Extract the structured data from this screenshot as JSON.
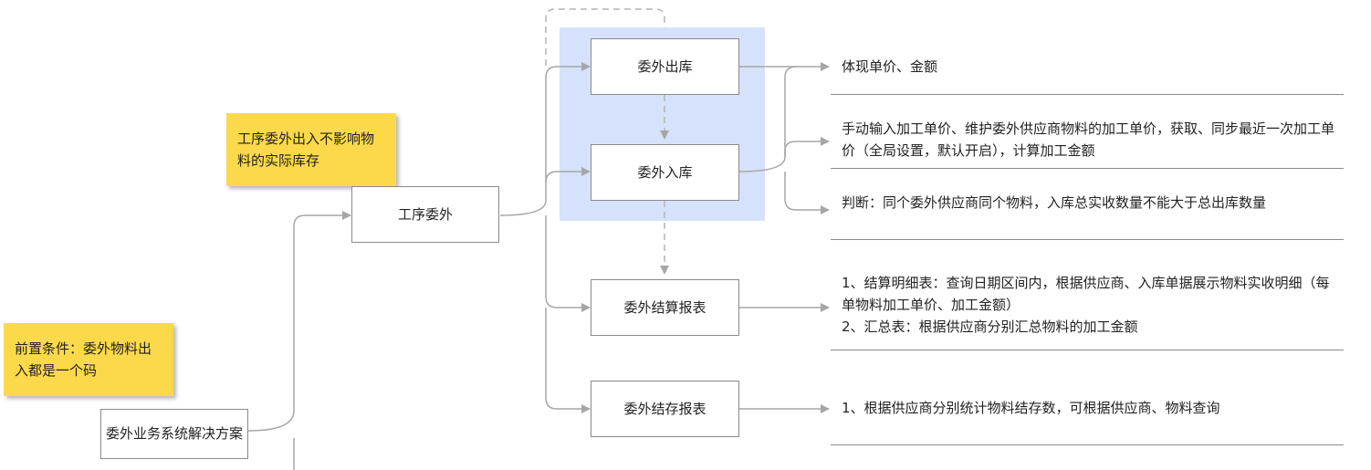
{
  "diagram": {
    "root": {
      "label": "委外业务系统解决方案"
    },
    "process": {
      "label": "工序委外"
    },
    "notes": {
      "precondition": "前置条件：委外物料出入都是一个码",
      "no_stock_impact": "工序委外出入不影响物料的实际库存"
    },
    "steps": {
      "outbound": "委外出库",
      "inbound": "委外入库",
      "settlement_report": "委外结算报表",
      "stock_report": "委外结存报表"
    },
    "details": {
      "outbound_price": "体现单价、金额",
      "inbound_price": "手动输入加工单价、维护委外供应商物料的加工单价，获取、同步最近一次加工单价（全局设置，默认开启），计算加工金额",
      "inbound_check": "判断：同个委外供应商同个物料，入库总实收数量不能大于总出库数量",
      "settlement_line1": "1、结算明细表：查询日期区间内，根据供应商、入库单据展示物料实收明细（每单物料加工单价、加工金额）",
      "settlement_line2": "2、汇总表：根据供应商分别汇总物料的加工金额",
      "stock": "1、根据供应商分别统计物料结存数，可根据供应商、物料查询"
    },
    "colors": {
      "note": "#fcd94a",
      "group": "#d6e2fb",
      "connector": "#a6a6a6",
      "node_border": "#8a8a8a"
    }
  }
}
